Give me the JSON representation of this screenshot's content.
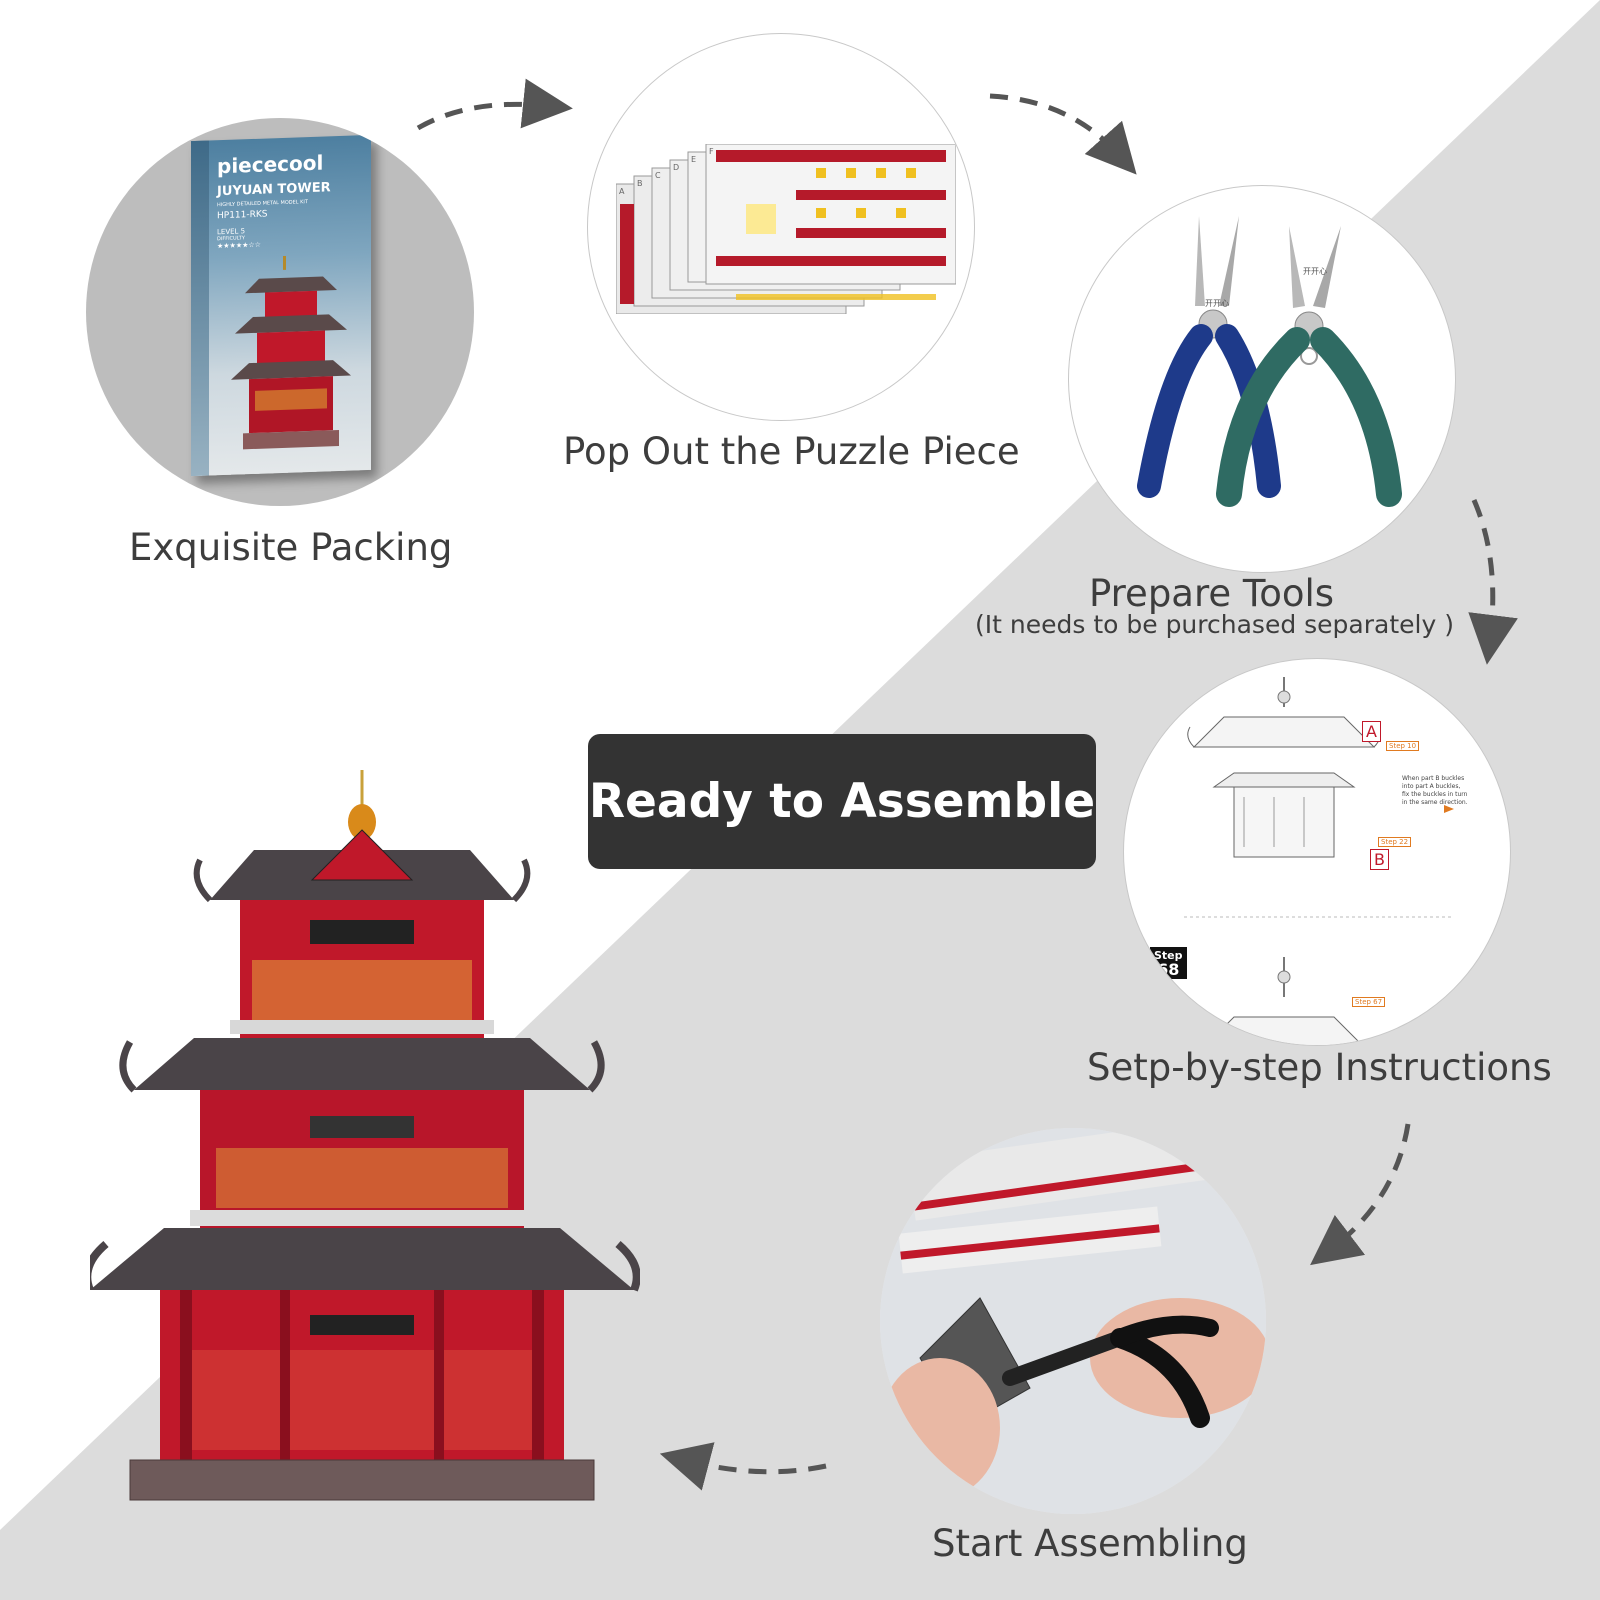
{
  "steps": [
    {
      "label": "Exquisite Packing"
    },
    {
      "label": "Pop Out the Puzzle Piece"
    },
    {
      "label": "Prepare Tools",
      "note": "(It needs to be purchased separately  )"
    },
    {
      "label": "Setp-by-step Instructions"
    },
    {
      "label": "Start Assembling"
    }
  ],
  "banner": "Ready to Assemble",
  "box": {
    "brand": "piececool",
    "name": "JUYUAN TOWER",
    "tagline": "HIGHLY DETAILED METAL MODEL KIT",
    "code": "HP111-RKS",
    "level": "LEVEL 5",
    "difficulty": "DIFFICULTY",
    "stars": "★★★★★☆☆"
  },
  "instructions": {
    "part_a": "A",
    "part_b": "B",
    "step_a": "Step 10",
    "step_b": "Step 22",
    "step_c": "Step 67",
    "note_line1": "When part B buckles",
    "note_line2": "into part A buckles,",
    "note_line3": "fix the buckles in turn",
    "note_line4": "in the same direction.",
    "step_word": "Step",
    "step_num": "68"
  },
  "sheet_letters": [
    "A",
    "B",
    "C",
    "D",
    "E",
    "F"
  ],
  "pliers_marks": [
    "开开心",
    "开开心"
  ],
  "colors": {
    "background_diagonal": "#dcdcdc",
    "banner_bg": "#333333",
    "model_red": "#c0182a",
    "pliers_blue": "#1e3a8a",
    "pliers_green": "#2f6b63"
  }
}
